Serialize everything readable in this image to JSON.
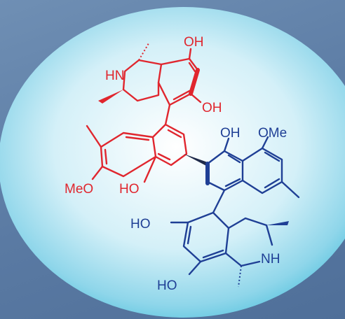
{
  "labels": {
    "red_oh_top": "OH",
    "red_hn": "HN",
    "red_oh_mid": "OH",
    "red_meo": "MeO",
    "red_ho": "HO",
    "blue_oh": "OH",
    "blue_ome": "OMe",
    "blue_ho_left": "HO",
    "blue_nh": "NH",
    "blue_ho_bottom": "HO"
  },
  "colors": {
    "red": "#e0262e",
    "blue": "#1f3f95",
    "disc_center": "#ffffff",
    "disc_edge": "#57c3de",
    "background": "#5f7fa8"
  }
}
